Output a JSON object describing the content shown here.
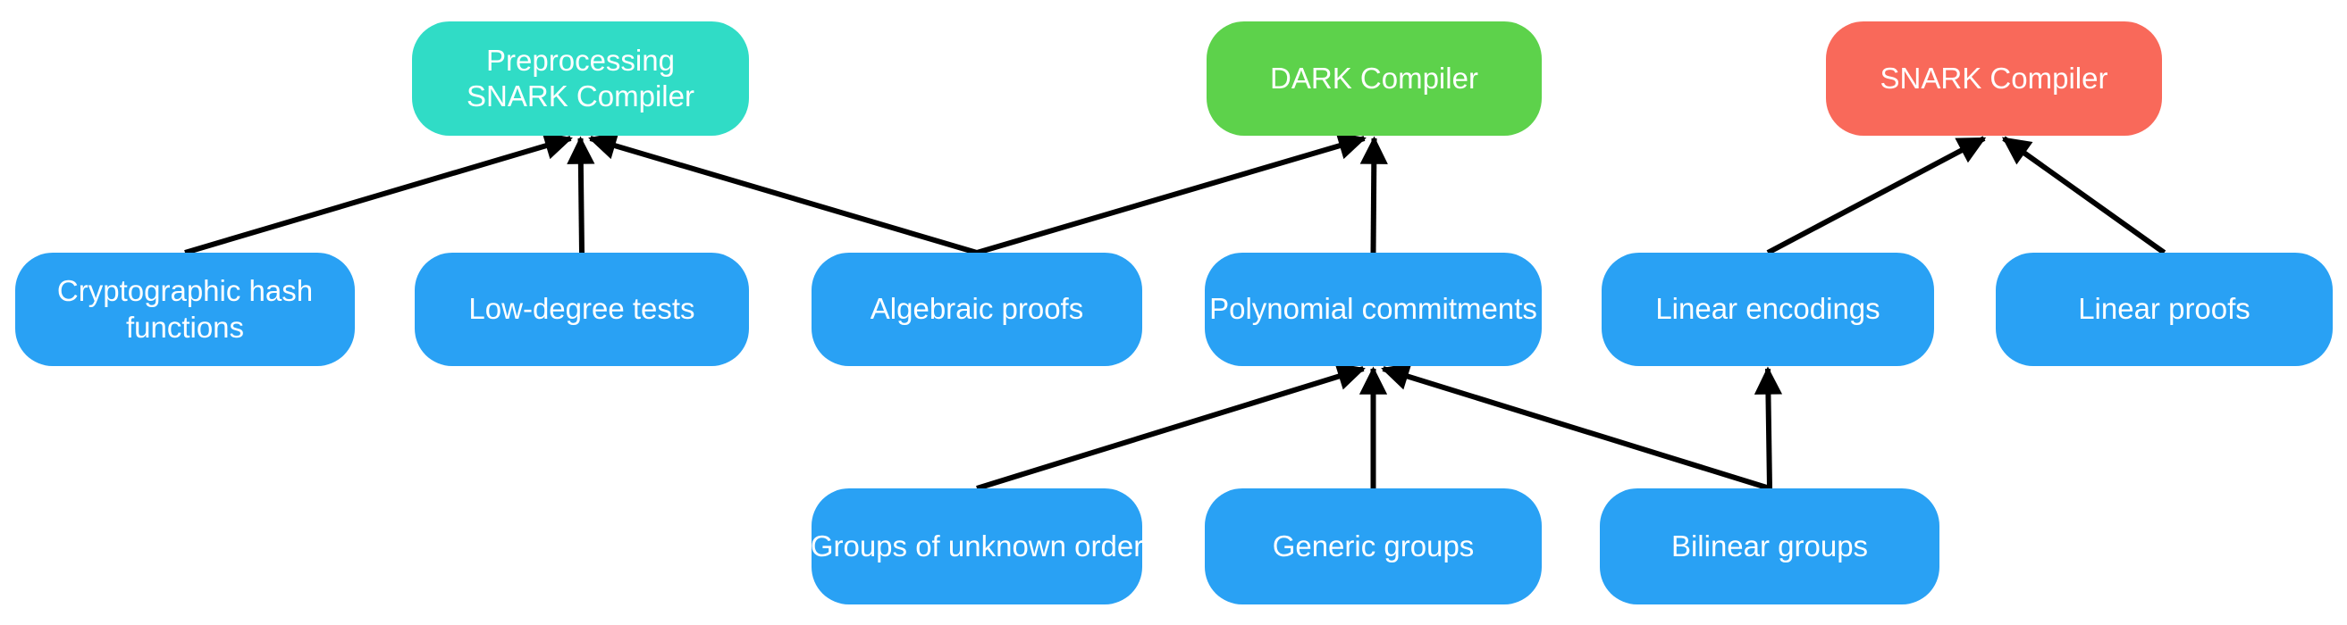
{
  "diagram": {
    "background": "#ffffff",
    "arrow_color": "#000000",
    "text_color": "#ffffff",
    "colors": {
      "teal": "#30dcc6",
      "green": "#5dd24b",
      "red": "#f9695a",
      "blue": "#29a1f4"
    },
    "nodes": {
      "pre_snark_compiler": {
        "label": "Preprocessing SNARK Compiler",
        "color": "teal"
      },
      "dark_compiler": {
        "label": "DARK Compiler",
        "color": "green"
      },
      "snark_compiler": {
        "label": "SNARK Compiler",
        "color": "red"
      },
      "crypto_hash": {
        "label": "Cryptographic hash functions",
        "color": "blue"
      },
      "low_degree_tests": {
        "label": "Low-degree tests",
        "color": "blue"
      },
      "algebraic_proofs": {
        "label": "Algebraic proofs",
        "color": "blue"
      },
      "poly_commitments": {
        "label": "Polynomial commitments",
        "color": "blue"
      },
      "linear_encodings": {
        "label": "Linear encodings",
        "color": "blue"
      },
      "linear_proofs": {
        "label": "Linear proofs",
        "color": "blue"
      },
      "groups_unknown_order": {
        "label": "Groups of unknown order",
        "color": "blue"
      },
      "generic_groups": {
        "label": "Generic groups",
        "color": "blue"
      },
      "bilinear_groups": {
        "label": "Bilinear groups",
        "color": "blue"
      }
    },
    "edges": [
      {
        "from": "crypto_hash",
        "to": "pre_snark_compiler"
      },
      {
        "from": "low_degree_tests",
        "to": "pre_snark_compiler"
      },
      {
        "from": "algebraic_proofs",
        "to": "pre_snark_compiler"
      },
      {
        "from": "algebraic_proofs",
        "to": "dark_compiler"
      },
      {
        "from": "poly_commitments",
        "to": "dark_compiler"
      },
      {
        "from": "linear_encodings",
        "to": "snark_compiler"
      },
      {
        "from": "linear_proofs",
        "to": "snark_compiler"
      },
      {
        "from": "groups_unknown_order",
        "to": "poly_commitments"
      },
      {
        "from": "generic_groups",
        "to": "poly_commitments"
      },
      {
        "from": "bilinear_groups",
        "to": "poly_commitments"
      },
      {
        "from": "bilinear_groups",
        "to": "linear_encodings"
      }
    ]
  }
}
